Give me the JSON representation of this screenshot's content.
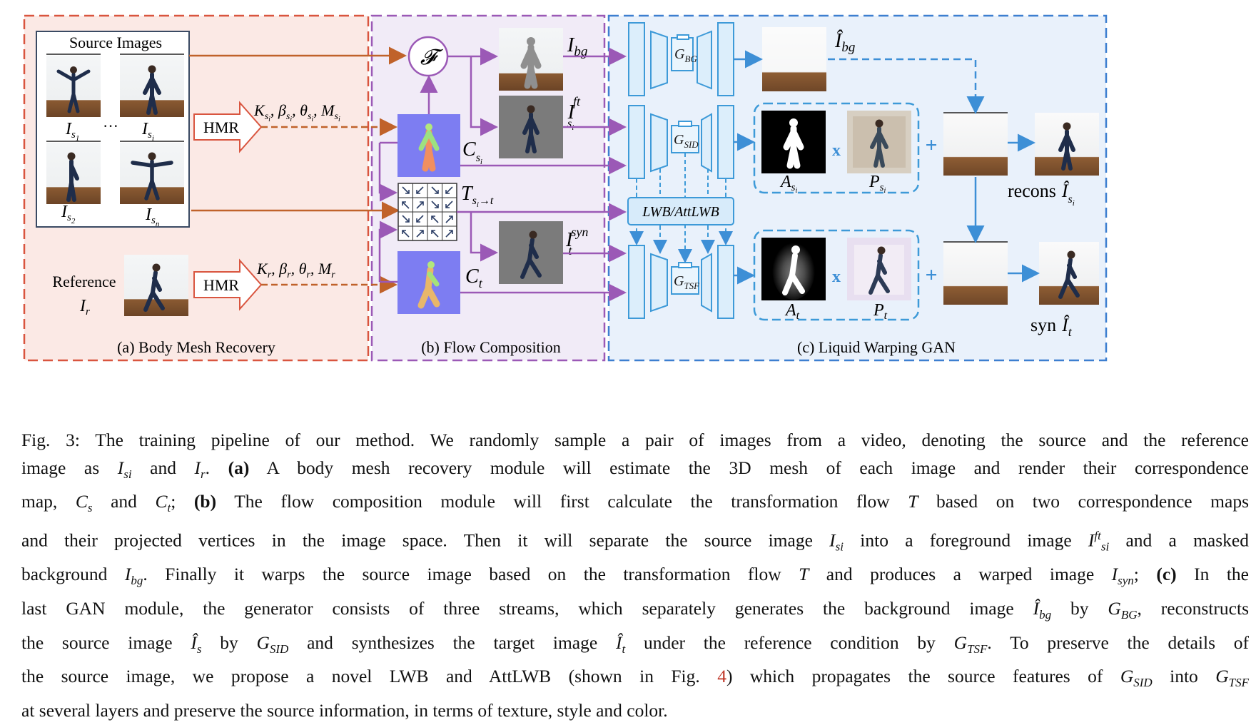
{
  "panels": {
    "a": {
      "label": "(a) Body Mesh Recovery",
      "color": "#d9553f",
      "bg": "#fbe9e5"
    },
    "b": {
      "label": "(b) Flow Composition",
      "color": "#9b59b6",
      "bg": "#efe8f6"
    },
    "c": {
      "label": "(c) Liquid Warping GAN",
      "color": "#3d7fd0",
      "bg": "#e8f0fb"
    }
  },
  "source_images": {
    "title": "Source Images",
    "labels": [
      "I",
      "I",
      "I",
      "I"
    ],
    "subs": [
      "s1",
      "si",
      "s2",
      "sn"
    ],
    "ellipsis": "···"
  },
  "reference": {
    "label": "Reference",
    "sym": "I",
    "sub": "r"
  },
  "hmr": {
    "label": "HMR"
  },
  "params_source": "K, β, θ, M",
  "params_ref": "K, β, θ, M",
  "flow": {
    "F_symbol": "𝓕",
    "I_bg": "I",
    "I_bg_sub": "bg",
    "I_ft": "I",
    "I_ft_sup": "ft",
    "I_ft_sub": "si",
    "C_s": "C",
    "C_s_sub": "si",
    "T": "T",
    "T_sub": "si→t",
    "I_syn": "I",
    "I_syn_sup": "syn",
    "I_syn_sub": "t",
    "C_t": "C",
    "C_t_sub": "t"
  },
  "gan": {
    "G_BG": "G",
    "G_BG_sub": "BG",
    "G_SID": "G",
    "G_SID_sub": "SID",
    "G_TSF": "G",
    "G_TSF_sub": "TSF",
    "lwb": "LWB/AttLWB",
    "I_bg_hat": "Î",
    "I_bg_hat_sub": "bg",
    "A_s": "A",
    "A_s_sub": "si",
    "P_s": "P",
    "P_s_sub": "si",
    "A_t": "A",
    "A_t_sub": "t",
    "P_t": "P",
    "P_t_sub": "t",
    "times": "x",
    "plus": "+",
    "recons": "recons",
    "recons_sym": "Î",
    "recons_sub": "si",
    "syn": "syn",
    "syn_sym": "Î",
    "syn_sub": "t"
  },
  "caption": {
    "lines": [
      [
        "Fig. 3: The training pipeline of our method. We randomly sample a pair of images from a video, denoting the source and the reference"
      ],
      [
        "image as ",
        "I",
        "si",
        " and ",
        "I",
        "r",
        ". ",
        "(a)",
        " A body mesh recovery module will estimate the 3D mesh of each image and render their correspondence"
      ],
      [
        "map, ",
        "C",
        "s",
        " and ",
        "C",
        "t",
        "; ",
        "(b)",
        " The flow composition module will first calculate the transformation flow ",
        "T",
        " based on two correspondence maps"
      ],
      [
        "and their projected vertices in the image space. Then it will separate the source image ",
        "I",
        "si",
        " into a foreground image ",
        "I",
        "ft",
        "si",
        " and a masked"
      ],
      [
        "background ",
        "I",
        "bg",
        ". Finally it warps the source image based on the transformation flow ",
        "T",
        " and produces a warped image ",
        "I",
        "syn",
        "; ",
        "(c)",
        " In the"
      ],
      [
        "last GAN module, the generator consists of three streams, which separately generates the background image ",
        "Î",
        "bg",
        " by ",
        "G",
        "BG",
        ", reconstructs"
      ],
      [
        "the source image ",
        "Î",
        "s",
        " by ",
        "G",
        "SID",
        " and synthesizes the target image ",
        "Î",
        "t",
        " under the reference condition by ",
        "G",
        "TSF",
        ". To preserve the details of"
      ],
      [
        "the source image, we propose a novel LWB and AttLWB (shown in Fig. ",
        "4",
        ") which propagates the source features of ",
        "G",
        "SID",
        " into ",
        "G",
        "TSF"
      ],
      [
        "at several layers and preserve the source information, in terms of texture, style and color."
      ]
    ]
  }
}
